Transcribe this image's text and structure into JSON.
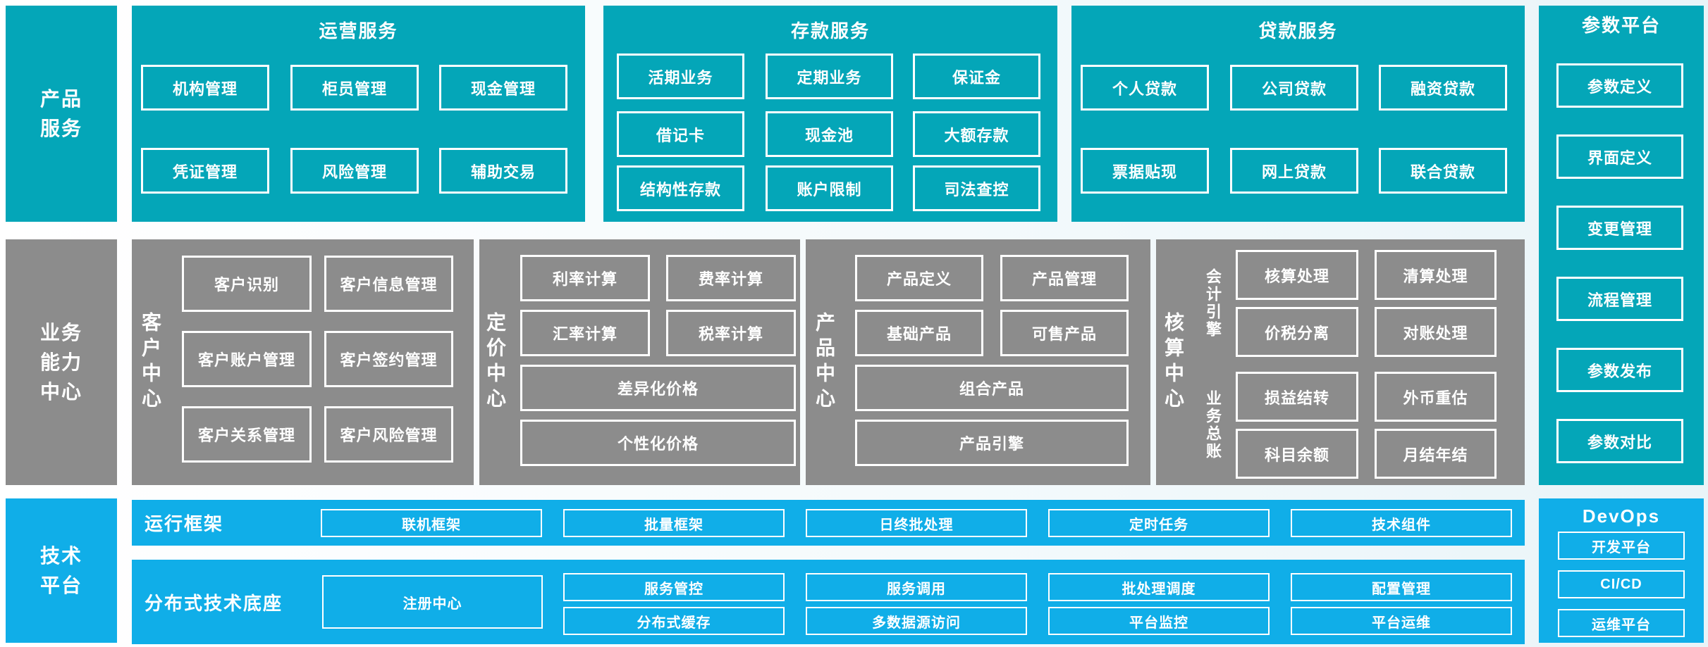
{
  "palette": {
    "teal": "#04a6b8",
    "gray": "#8c8c8c",
    "blue": "#10aee8",
    "box_border": "#ffffff",
    "background": "#f3fafc"
  },
  "side": {
    "product_services": "产品\n服务",
    "business_capability": "业务\n能力\n中心",
    "tech_platform": "技术\n平台"
  },
  "operations": {
    "title": "运营服务",
    "boxes": [
      "机构管理",
      "柜员管理",
      "现金管理",
      "凭证管理",
      "风险管理",
      "辅助交易"
    ]
  },
  "deposit": {
    "title": "存款服务",
    "boxes": [
      "活期业务",
      "定期业务",
      "保证金",
      "借记卡",
      "现金池",
      "大额存款",
      "结构性存款",
      "账户限制",
      "司法查控"
    ]
  },
  "loan": {
    "title": "贷款服务",
    "boxes": [
      "个人贷款",
      "公司贷款",
      "融资贷款",
      "票据贴现",
      "网上贷款",
      "联合贷款"
    ]
  },
  "parameter_platform": {
    "title": "参数平台",
    "boxes": [
      "参数定义",
      "界面定义",
      "变更管理",
      "流程管理",
      "参数发布",
      "参数对比"
    ]
  },
  "customer_center": {
    "label": "客户中心",
    "boxes": [
      "客户识别",
      "客户信息管理",
      "客户账户管理",
      "客户签约管理",
      "客户关系管理",
      "客户风险管理"
    ]
  },
  "pricing_center": {
    "label": "定价中心",
    "boxes": [
      "利率计算",
      "费率计算",
      "汇率计算",
      "税率计算"
    ],
    "wide_boxes": [
      "差异化价格",
      "个性化价格"
    ]
  },
  "product_center": {
    "label": "产品中心",
    "boxes": [
      "产品定义",
      "产品管理",
      "基础产品",
      "可售产品"
    ],
    "wide_boxes": [
      "组合产品",
      "产品引擎"
    ]
  },
  "accounting_center": {
    "label": "核算中心",
    "groups": [
      {
        "label": "会计引擎",
        "boxes": [
          "核算处理",
          "清算处理",
          "价税分离",
          "对账处理"
        ]
      },
      {
        "label": "业务总账",
        "boxes": [
          "损益结转",
          "外币重估",
          "科目余额",
          "月结年结"
        ]
      }
    ]
  },
  "runtime_framework": {
    "label": "运行框架",
    "boxes": [
      "联机框架",
      "批量框架",
      "日终批处理",
      "定时任务",
      "技术组件"
    ]
  },
  "distributed_base": {
    "label": "分布式技术底座",
    "registry": "注册中心",
    "stacks": [
      [
        "服务管控",
        "分布式缓存"
      ],
      [
        "服务调用",
        "多数据源访问"
      ],
      [
        "批处理调度",
        "平台监控"
      ],
      [
        "配置管理",
        "平台运维"
      ]
    ]
  },
  "devops": {
    "title": "DevOps",
    "boxes": [
      "开发平台",
      "CI/CD",
      "运维平台"
    ]
  }
}
